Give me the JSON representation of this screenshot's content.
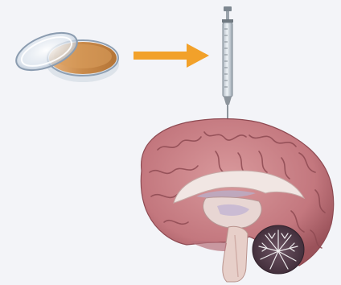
{
  "diagram": {
    "nodes": [
      {
        "id": "petri-dish",
        "kind": "cell-culture-dish"
      },
      {
        "id": "syringe",
        "kind": "injection-syringe"
      },
      {
        "id": "brain",
        "kind": "sagittal-brain-section"
      }
    ],
    "edges": [
      {
        "from": "petri-dish",
        "to": "syringe",
        "style": "arrow"
      },
      {
        "from": "syringe",
        "to": "brain",
        "style": "needle-insertion"
      }
    ]
  },
  "colors": {
    "background": "#f3f4f8",
    "arrow": "#f2a12a",
    "culture_medium": "#c98a4a",
    "cortex": "#c98589",
    "cortex_dark": "#8e4a52",
    "white_matter": "#f1e6e3",
    "cerebellum": "#5a4250",
    "brainstem": "#e7cfc9",
    "syringe_glass": "#dfe6ec",
    "syringe_metal": "#8c949c"
  }
}
